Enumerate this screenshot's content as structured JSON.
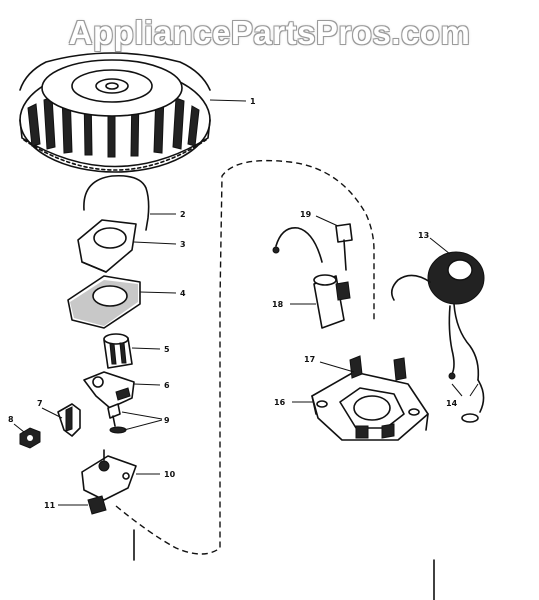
{
  "watermark": "AppliancePartsPros.com",
  "callouts": {
    "c1": "1",
    "c2": "2",
    "c3": "3",
    "c4": "4",
    "c5": "5",
    "c6": "6",
    "c7": "7",
    "c8": "8",
    "c9": "9",
    "c10": "10",
    "c11": "11",
    "c13": "13",
    "c14": "14",
    "c16": "16",
    "c17": "17",
    "c18": "18",
    "c19": "19"
  }
}
